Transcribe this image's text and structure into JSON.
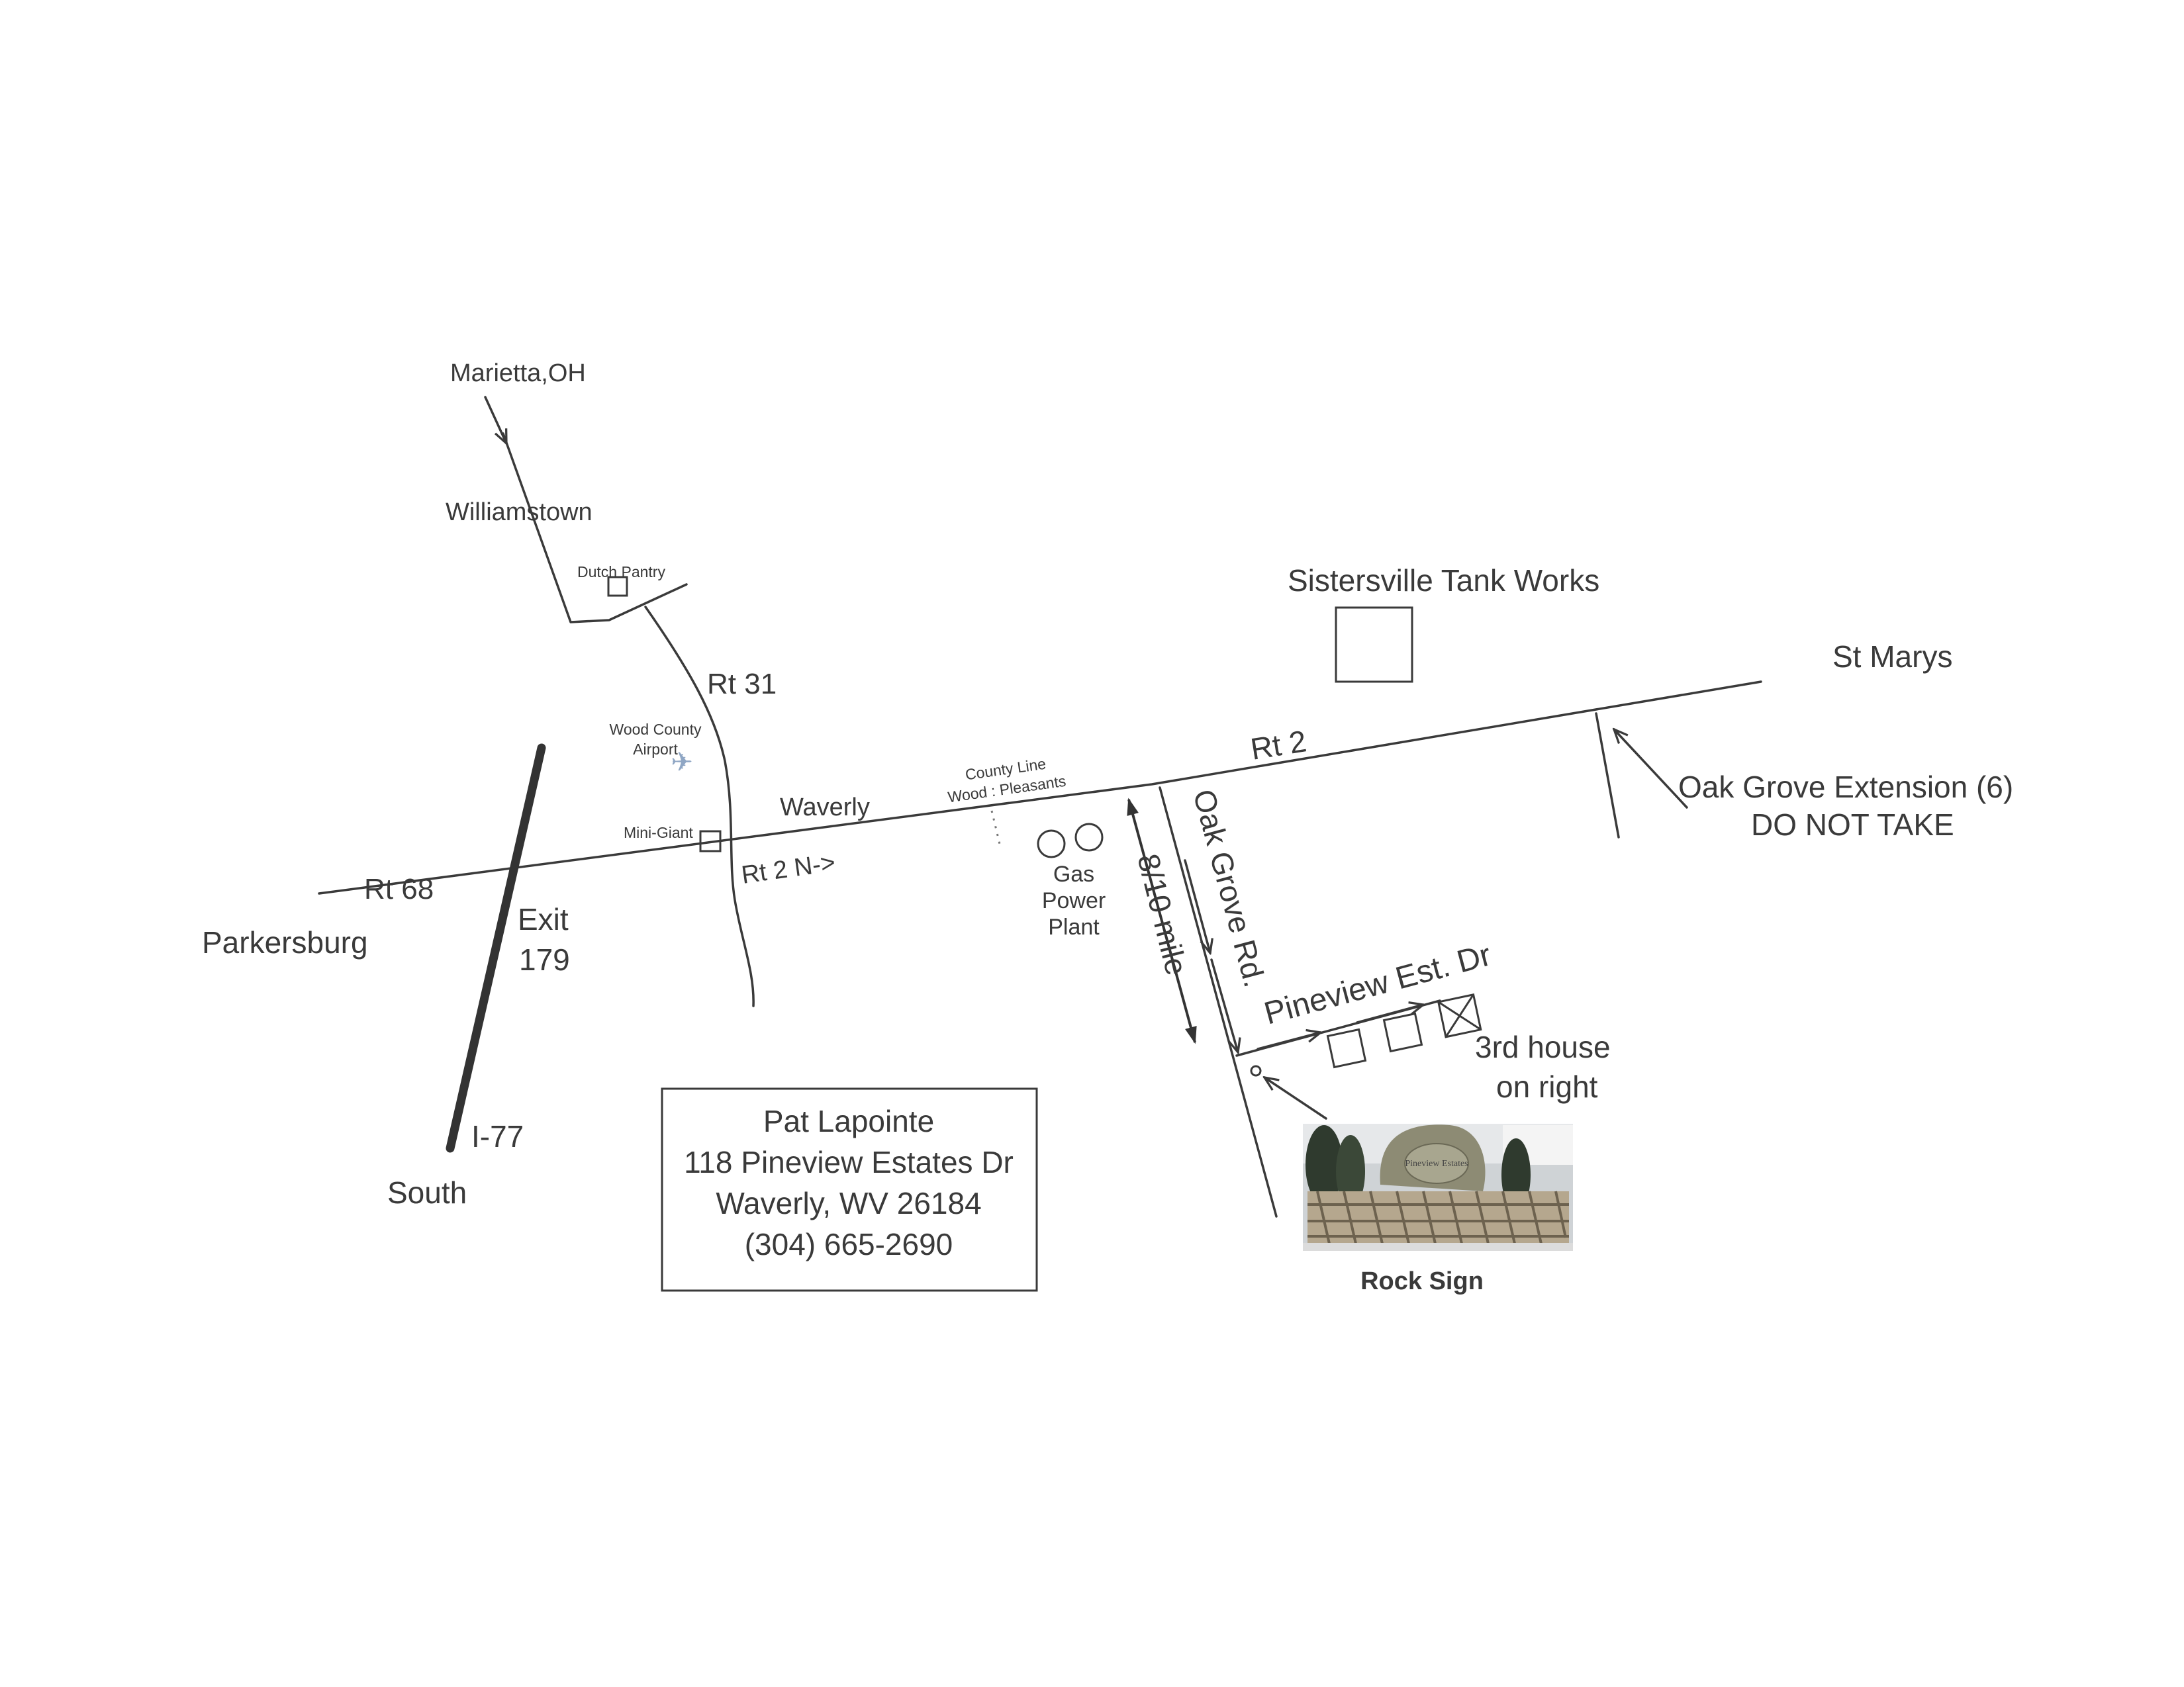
{
  "labels": {
    "marietta": "Marietta,OH",
    "williamstown": "Williamstown",
    "dutch_pantry": "Dutch Pantry",
    "rt31": "Rt 31",
    "airport_line1": "Wood County",
    "airport_line2": "Airport",
    "mini_giant": "Mini-Giant",
    "waverly": "Waverly",
    "rt2n": "Rt 2 N->",
    "rt68": "Rt 68",
    "parkersburg": "Parkersburg",
    "exit_line1": "Exit",
    "exit_line2": "179",
    "i77": "I-77",
    "south": "South",
    "county_line1": "County Line",
    "county_line2": "Wood : Pleasants",
    "gas_line1": "Gas",
    "gas_line2": "Power",
    "gas_line3": "Plant",
    "distance": "8/10 mile",
    "oak_grove_rd": "Oak Grove Rd.",
    "rt2": "Rt 2",
    "sistersville": "Sistersville Tank Works",
    "st_marys": "St Marys",
    "oak_ext_line1": "Oak Grove Extension (6)",
    "oak_ext_line2": "DO NOT TAKE",
    "pineview": "Pineview Est. Dr",
    "third_house_line1": "3rd house",
    "third_house_line2": "on right",
    "rock_sign_caption": "Rock Sign",
    "rock_sign_inscription": "Pineview Estates"
  },
  "address": {
    "name": "Pat Lapointe",
    "street": "118 Pineview Estates Dr",
    "city": "Waverly, WV 26184",
    "phone": "(304) 665-2690"
  }
}
